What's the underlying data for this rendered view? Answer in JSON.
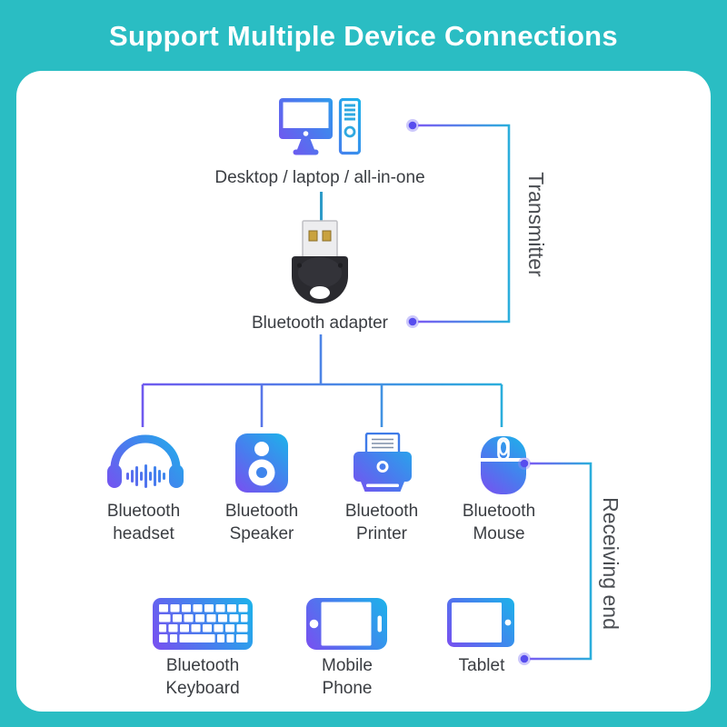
{
  "header": {
    "title": "Support Multiple Device Connections"
  },
  "diagram": {
    "source_label": "Desktop / laptop / all-in-one",
    "adapter_label": "Bluetooth adapter",
    "transmitter_section_label": "Transmitter",
    "receiver_section_label": "Receiving end",
    "devices": [
      {
        "name": "bluetooth-headset",
        "label": "Bluetooth\nheadset"
      },
      {
        "name": "bluetooth-speaker",
        "label": "Bluetooth\nSpeaker"
      },
      {
        "name": "bluetooth-printer",
        "label": "Bluetooth\nPrinter"
      },
      {
        "name": "bluetooth-mouse",
        "label": "Bluetooth\nMouse"
      },
      {
        "name": "bluetooth-keyboard",
        "label": "Bluetooth\nKeyboard"
      },
      {
        "name": "mobile-phone",
        "label": "Mobile\nPhone"
      },
      {
        "name": "tablet",
        "label": "Tablet"
      }
    ],
    "colors": {
      "background_teal": "#2ABDC3",
      "card_white": "#FFFFFF",
      "icon_gradient_purple": "#7A4FF0",
      "icon_gradient_blue": "#4A7BEE",
      "icon_gradient_cyan": "#1CB3EA",
      "connector_line": "#2E9BC8",
      "node_dot": "#574DEE",
      "label_text": "#3A3D42",
      "side_label_text": "#4A4D52"
    }
  }
}
